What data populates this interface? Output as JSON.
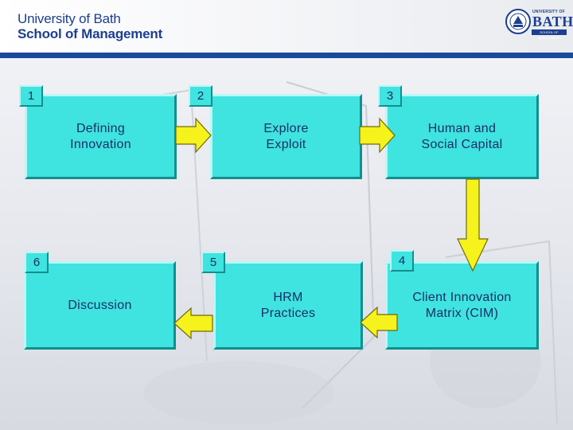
{
  "header": {
    "line1": "University of Bath",
    "line2": "School of Management"
  },
  "logo": {
    "university": "UNIVERSITY OF",
    "name": "BATH",
    "school": "SCHOOL OF MANAGEMENT"
  },
  "steps": [
    {
      "number": "1",
      "label": "Defining\nInnovation"
    },
    {
      "number": "2",
      "label": "Explore\nExploit"
    },
    {
      "number": "3",
      "label": "Human and\nSocial Capital"
    },
    {
      "number": "4",
      "label": "Client Innovation\nMatrix (CIM)"
    },
    {
      "number": "5",
      "label": "HRM\nPractices"
    },
    {
      "number": "6",
      "label": "Discussion"
    }
  ],
  "colors": {
    "box": "#3fe3e0",
    "arrow": "#f6f21c",
    "text": "#1a2f66",
    "brand": "#1d3f8f"
  }
}
